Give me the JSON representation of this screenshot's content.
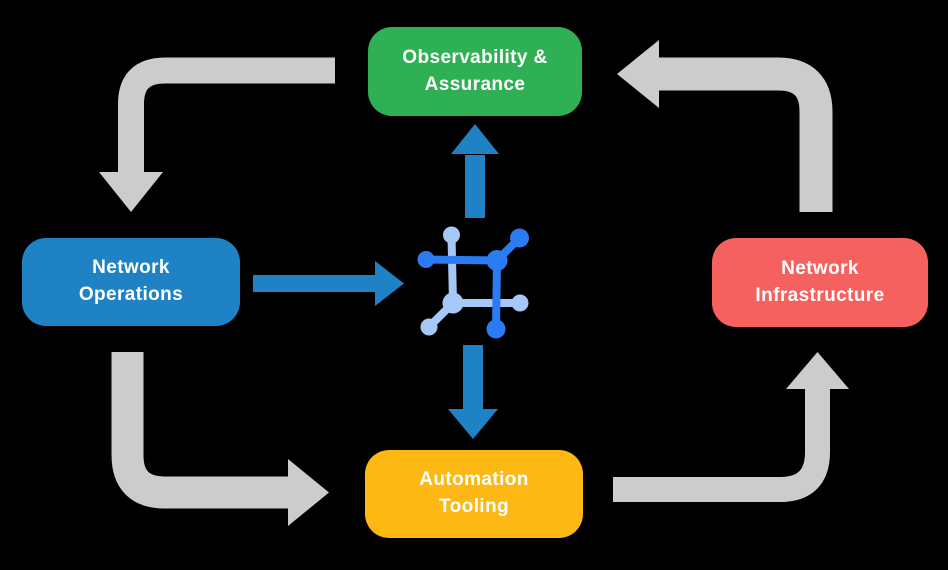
{
  "diagram": {
    "title": "network operations lifecycle diagram",
    "nodes": {
      "observability": {
        "label": "Observability &\nAssurance",
        "color": "#30B055"
      },
      "operations": {
        "label": "Network\nOperations",
        "color": "#1F82C4"
      },
      "infrastructure": {
        "label": "Network\nInfrastructure",
        "color": "#F5615E"
      },
      "automation": {
        "label": "Automation\nTooling",
        "color": "#FDB813"
      }
    },
    "center_icon": "network-fabric-icon",
    "edges": [
      {
        "from": "observability",
        "to": "operations",
        "style": "gray"
      },
      {
        "from": "operations",
        "to": "automation",
        "style": "gray"
      },
      {
        "from": "automation",
        "to": "infrastructure",
        "style": "gray"
      },
      {
        "from": "infrastructure",
        "to": "observability",
        "style": "gray"
      },
      {
        "from": "operations",
        "to": "center-icon",
        "style": "blue"
      },
      {
        "from": "center-icon",
        "to": "observability",
        "style": "blue"
      },
      {
        "from": "center-icon",
        "to": "automation",
        "style": "blue"
      }
    ],
    "colors": {
      "background": "#000000",
      "text": "#FFFFFF",
      "arrow_gray": "#CCCCCC",
      "arrow_blue": "#1F82C4",
      "icon_blue": "#2B7BF3",
      "icon_light_blue": "#A6C8F7"
    }
  }
}
